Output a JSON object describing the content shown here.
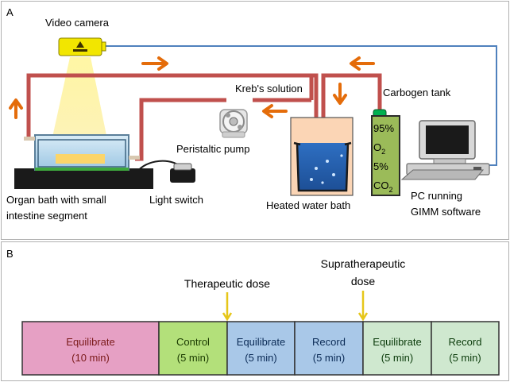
{
  "panel_a": {
    "letter": "A",
    "labels": {
      "video_camera": "Video camera",
      "krebs_solution": "Kreb's solution",
      "carbogen_tank": "Carbogen tank",
      "peristaltic_pump": "Peristaltic pump",
      "organ_bath_line1": "Organ bath with small",
      "organ_bath_line2": "intestine segment",
      "light_switch": "Light switch",
      "heated_water_bath": "Heated water bath",
      "pc_line1": "PC running",
      "pc_line2": "GIMM software"
    },
    "tank": {
      "line1": "95%",
      "o2_main": "O",
      "o2_sub": "2",
      "line3": "5%",
      "co2_main": "CO",
      "co2_sub": "2"
    },
    "colors": {
      "tube": "#c0504d",
      "arrow": "#e46c0a",
      "cable": "#4f81bd",
      "camera": "#f2e600",
      "tank_body": "#9bbb59",
      "tank_cap": "#00b050",
      "water": "#fbd5b5",
      "screen": "#1a1a1a"
    }
  },
  "panel_b": {
    "letter": "B",
    "dose_labels": {
      "therapeutic": "Therapeutic dose",
      "supratherapeutic_line1": "Supratherapeutic",
      "supratherapeutic_line2": "dose"
    },
    "phases": [
      {
        "line1": "Equilibrate",
        "line2": "(10 min)",
        "fill": "#e6a0c4",
        "text": "#7a1a1a"
      },
      {
        "line1": "Control",
        "line2": "(5 min)",
        "fill": "#b3e07a",
        "text": "#1a3a00"
      },
      {
        "line1": "Equilibrate",
        "line2": "(5 min)",
        "fill": "#a9c8e8",
        "text": "#0a2a55"
      },
      {
        "line1": "Record",
        "line2": "(5 min)",
        "fill": "#a9c8e8",
        "text": "#0a2a55"
      },
      {
        "line1": "Equilibrate",
        "line2": "(5 min)",
        "fill": "#cfe8cf",
        "text": "#0a3a0a"
      },
      {
        "line1": "Record",
        "line2": "(5 min)",
        "fill": "#cfe8cf",
        "text": "#0a3a0a"
      }
    ],
    "dose_arrow_color": "#e6c619"
  }
}
